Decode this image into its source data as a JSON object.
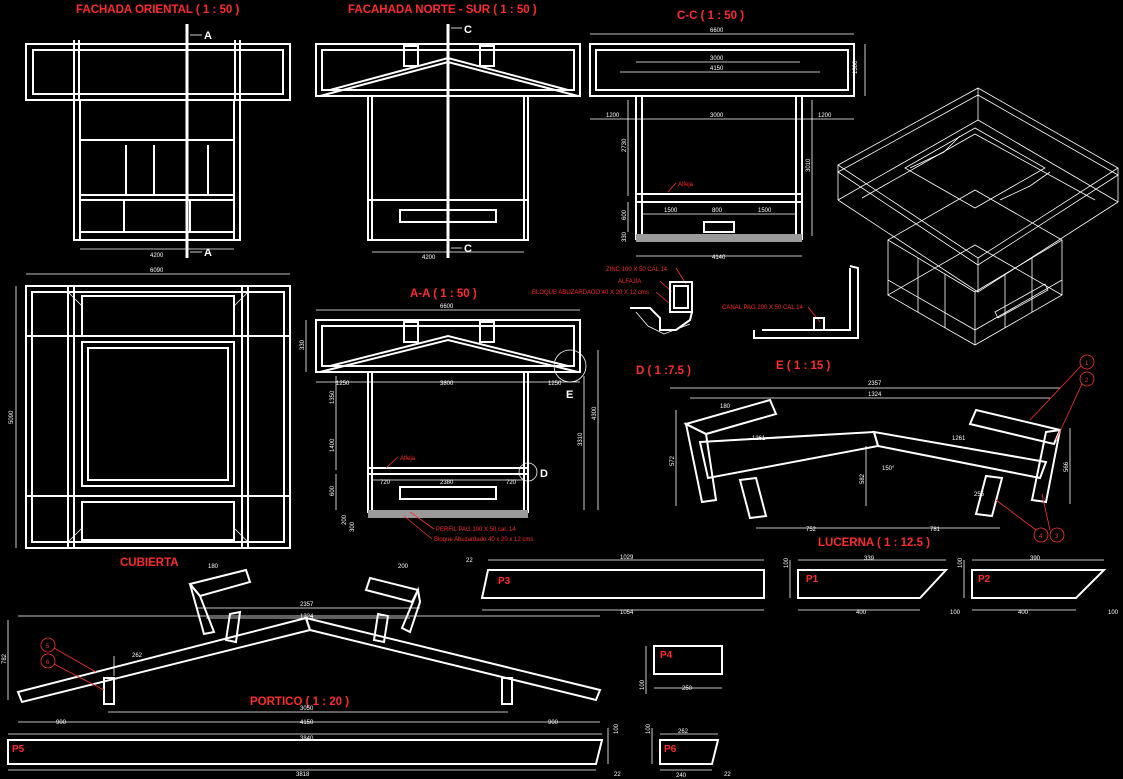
{
  "titles": {
    "fachada_oriental": "FACHADA ORIENTAL  ( 1 : 50 )",
    "fachada_norte_sur": "FACAHADA NORTE - SUR  ( 1 : 50 )",
    "cc": "C-C  ( 1 : 50 )",
    "aa": "A-A  ( 1 : 50 )",
    "d": "D  ( 1 :7.5 )",
    "e": "E  ( 1 : 15 )",
    "lucerna": "LUCERNA  ( 1 : 12.5 )",
    "cubierta": "CUBIERTA",
    "portico": "PORTICO  ( 1 : 20 )"
  },
  "section_marks": {
    "a": "A",
    "c": "C",
    "d": "D",
    "e": "E"
  },
  "notes": {
    "alfeja_cc": "Alfeja",
    "alfeja_aa": "Alfeja",
    "perfil_aa": "PERFIL PAG 100 X 50 cal. 14",
    "bloque_aa": "Bloque Abuzardado 40 x 20 x 12 cms",
    "zinc_d": "ZINC 100 X 50 CAL 14",
    "alfajia_d": "ALFAJIA",
    "bloque_d": "BLOQUE ABUZARDADO 40 X 20 X 12 cms",
    "canal_e": "CANAL PAG 200 X 50 CAL 14"
  },
  "dims": {
    "fo_bottom": "4200",
    "fo_top": "6090",
    "fo_side": "5090",
    "fns_bottom": "4200",
    "cc_top": "6600",
    "cc_3000": "3000",
    "cc_4150": "4150",
    "cc_1200_left": "1200",
    "cc_1200_right": "1200",
    "cc_3000_mid": "3000",
    "cc_2730": "2730",
    "cc_3010": "3010",
    "cc_1500_left": "1500",
    "cc_800": "800",
    "cc_1500_right": "1500",
    "cc_4140": "4140",
    "cc_600": "600",
    "cc_330": "330",
    "cc_1300": "1300",
    "aa_top": "6600",
    "aa_1250_left": "1250",
    "aa_3800": "3800",
    "aa_1250_right": "1250",
    "aa_1350": "1350",
    "aa_1400": "1400",
    "aa_3310": "3310",
    "aa_4300": "4300",
    "aa_720_left": "720",
    "aa_2380": "2380",
    "aa_720_right": "720",
    "aa_600": "600",
    "aa_200": "200",
    "aa_300": "300",
    "aa_330": "330",
    "por_2357": "2357",
    "por_1324": "1324",
    "por_180": "180",
    "por_1261": "1261",
    "por_1261b": "1261",
    "por_572": "572",
    "por_582": "582",
    "por_566": "566",
    "por_752": "752",
    "por_781": "781",
    "por_angle": "150°",
    "por_255": "255",
    "cub_180": "180",
    "cub_200": "200",
    "cub_2357": "2357",
    "cub_1324": "1324",
    "cub_262": "262",
    "cub_3050": "3050",
    "cub_4150": "4150",
    "cub_900_left": "900",
    "cub_900_right": "900",
    "cub_782": "782",
    "p3_22": "22",
    "p3_1029": "1029",
    "p3_1054": "1054",
    "p1_100": "100",
    "p1_339": "339",
    "p1_400": "400",
    "p1_100b": "100",
    "p2_100": "100",
    "p2_390": "390",
    "p2_400": "400",
    "p2_100b": "100",
    "p4_100": "100",
    "p4_250": "250",
    "p5_3840": "3840",
    "p5_3818": "3818",
    "p5_22": "22",
    "p5_100": "100",
    "p6_262": "262",
    "p6_240": "240",
    "p6_22": "22",
    "p6_100": "100"
  },
  "pieces": {
    "p1": "P1",
    "p2": "P2",
    "p3": "P3",
    "p4": "P4",
    "p5": "P5",
    "p6": "P6"
  },
  "callouts": {
    "c1": "1",
    "c2": "2",
    "c3": "3",
    "c4": "4",
    "c5": "5",
    "c6": "6"
  }
}
